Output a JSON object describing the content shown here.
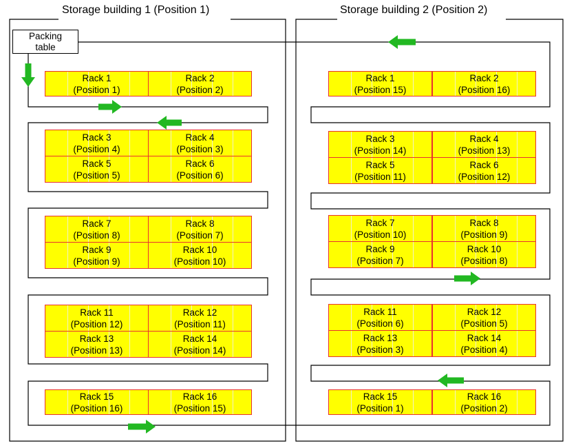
{
  "buildings": [
    {
      "title": "Storage building 1 (Position 1)",
      "racks": [
        {
          "rack": "Rack 1",
          "position": "(Position 1)"
        },
        {
          "rack": "Rack 2",
          "position": "(Position 2)"
        },
        {
          "rack": "Rack 3",
          "position": "(Position 4)"
        },
        {
          "rack": "Rack 4",
          "position": "(Position 3)"
        },
        {
          "rack": "Rack 5",
          "position": "(Position 5)"
        },
        {
          "rack": "Rack 6",
          "position": "(Position 6)"
        },
        {
          "rack": "Rack 7",
          "position": "(Position 8)"
        },
        {
          "rack": "Rack 8",
          "position": "(Position 7)"
        },
        {
          "rack": "Rack 9",
          "position": "(Position 9)"
        },
        {
          "rack": "Rack 10",
          "position": "(Position 10)"
        },
        {
          "rack": "Rack 11",
          "position": "(Position 12)"
        },
        {
          "rack": "Rack 12",
          "position": "(Position 11)"
        },
        {
          "rack": "Rack 13",
          "position": "(Position 13)"
        },
        {
          "rack": "Rack 14",
          "position": "(Position 14)"
        },
        {
          "rack": "Rack 15",
          "position": "(Position 16)"
        },
        {
          "rack": "Rack 16",
          "position": "(Position 15)"
        }
      ]
    },
    {
      "title": "Storage building 2 (Position 2)",
      "racks": [
        {
          "rack": "Rack 1",
          "position": "(Position 15)"
        },
        {
          "rack": "Rack 2",
          "position": "(Position 16)"
        },
        {
          "rack": "Rack 3",
          "position": "(Position 14)"
        },
        {
          "rack": "Rack 4",
          "position": "(Position 13)"
        },
        {
          "rack": "Rack 5",
          "position": "(Position 11)"
        },
        {
          "rack": "Rack 6",
          "position": "(Position 12)"
        },
        {
          "rack": "Rack 7",
          "position": "(Position 10)"
        },
        {
          "rack": "Rack 8",
          "position": "(Position 9)"
        },
        {
          "rack": "Rack 9",
          "position": "(Position 7)"
        },
        {
          "rack": "Rack 10",
          "position": "(Position 8)"
        },
        {
          "rack": "Rack 11",
          "position": "(Position 6)"
        },
        {
          "rack": "Rack 12",
          "position": "(Position 5)"
        },
        {
          "rack": "Rack 13",
          "position": "(Position 3)"
        },
        {
          "rack": "Rack 14",
          "position": "(Position 4)"
        },
        {
          "rack": "Rack 15",
          "position": "(Position 1)"
        },
        {
          "rack": "Rack 16",
          "position": "(Position 2)"
        }
      ]
    }
  ],
  "packing_table": {
    "line1": "Packing",
    "line2": "table"
  },
  "colors": {
    "rack_fill": "#ffff00",
    "rack_border": "#e8312f",
    "arrow": "#22b822",
    "line": "#000000"
  },
  "arrows": [
    {
      "direction": "down"
    },
    {
      "direction": "right"
    },
    {
      "direction": "left"
    },
    {
      "direction": "left"
    },
    {
      "direction": "right"
    },
    {
      "direction": "left"
    },
    {
      "direction": "right"
    }
  ]
}
